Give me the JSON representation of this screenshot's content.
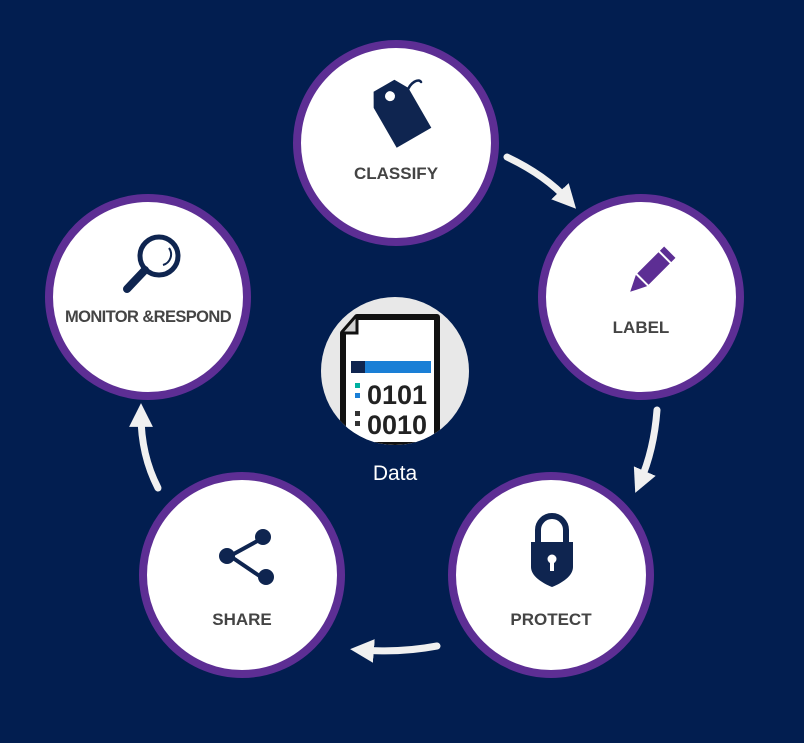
{
  "diagram": {
    "nodes": [
      {
        "id": "classify",
        "label": "CLASSIFY",
        "icon": "tag-icon"
      },
      {
        "id": "label",
        "label": "LABEL",
        "icon": "pencil-icon"
      },
      {
        "id": "protect",
        "label": "PROTECT",
        "icon": "lock-shield-icon"
      },
      {
        "id": "share",
        "label": "SHARE",
        "icon": "share-icon"
      },
      {
        "id": "monitor",
        "label": "MONITOR &RESPOND",
        "icon": "magnifier-icon"
      }
    ],
    "center": {
      "label": "Data",
      "icon": "data-document-icon",
      "binary_lines": [
        "0101",
        "0010"
      ]
    },
    "flow": [
      "classify",
      "label",
      "protect",
      "share",
      "monitor"
    ]
  },
  "colors": {
    "background": "#021e50",
    "ring": "#5d2e94",
    "node_fill": "#ffffff",
    "label_text": "#444444",
    "icon_navy": "#0f2550",
    "icon_purple": "#5d2e94",
    "arrow": "#f0f0f0",
    "doc_blue": "#1a7fd6",
    "doc_teal": "#00b0a0"
  }
}
